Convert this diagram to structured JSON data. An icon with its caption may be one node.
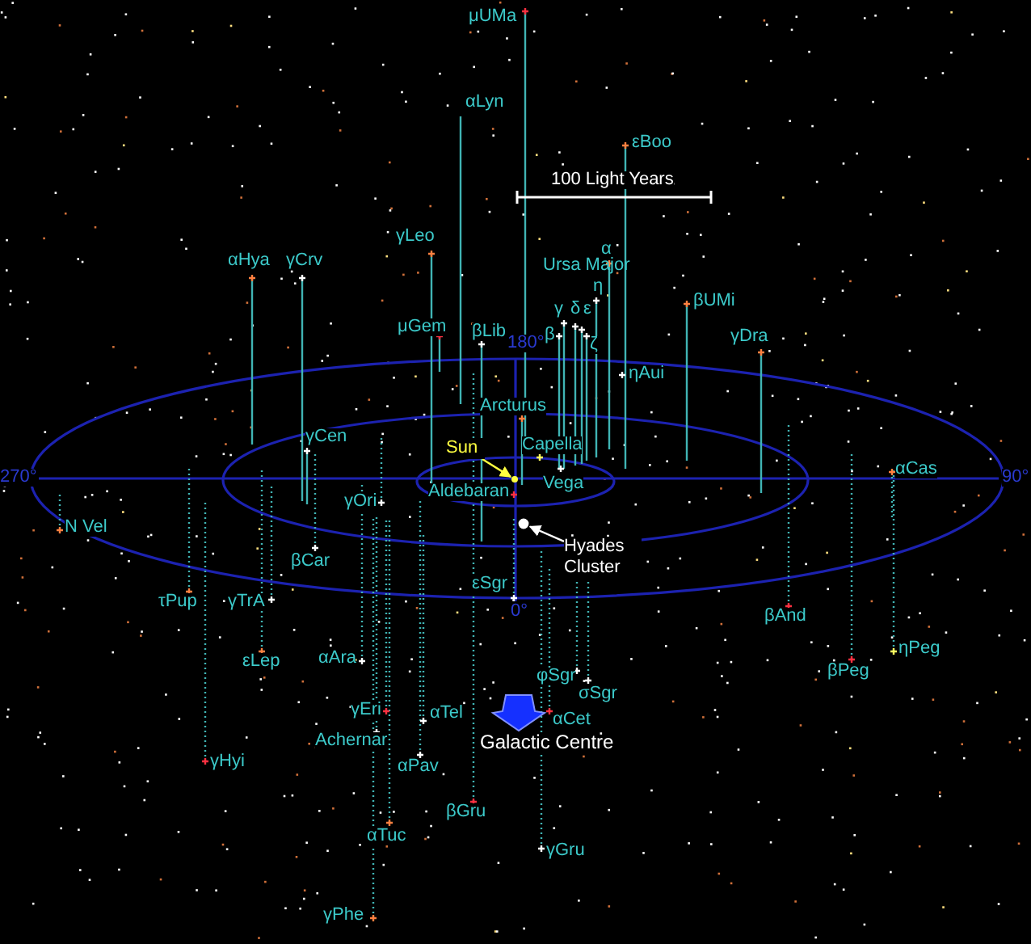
{
  "diagram": {
    "nodes": [
      {
        "text": [
          "Sun"
        ]
      },
      {
        "text": [
          "Hyades Cluster"
        ]
      },
      {
        "text": [],
        "shape": "circle"
      },
      {
        "text": [],
        "shape": "circle"
      }
    ],
    "edges": [
      {
        "from": 0,
        "to": 2,
        "arrow": "to",
        "color": "#ffff40"
      },
      {
        "from": 1,
        "to": 3,
        "arrow": "to",
        "color": "#ffffff"
      }
    ],
    "labels": [
      "μUMa",
      "αLyn",
      "εBoo",
      "100 Light Years",
      "α",
      "γLeo",
      "αHya",
      "γCrv",
      "Ursa Major",
      "η",
      "βUMi",
      "γ",
      "δ",
      "ε",
      "μGem",
      "βLib",
      "180°",
      "β",
      "ζ",
      "γDra",
      "ηAui",
      "Arcturus",
      "γCen",
      "Capella",
      "Aldebaran",
      "Vega",
      "αCas",
      "270°",
      "90°",
      "γOri",
      "N Vel",
      "βCar",
      "εSgr",
      "0°",
      "τPup",
      "γTrA",
      "βAnd",
      "εLep",
      "αAra",
      "φSgr",
      "βPeg",
      "ηPeg",
      "σSgr",
      "γEri",
      "αTel",
      "αCet",
      "Achernar",
      "Galactic Centre",
      "γHyi",
      "αPav",
      "βGru",
      "αTuc",
      "γGru",
      "γPhe"
    ]
  }
}
